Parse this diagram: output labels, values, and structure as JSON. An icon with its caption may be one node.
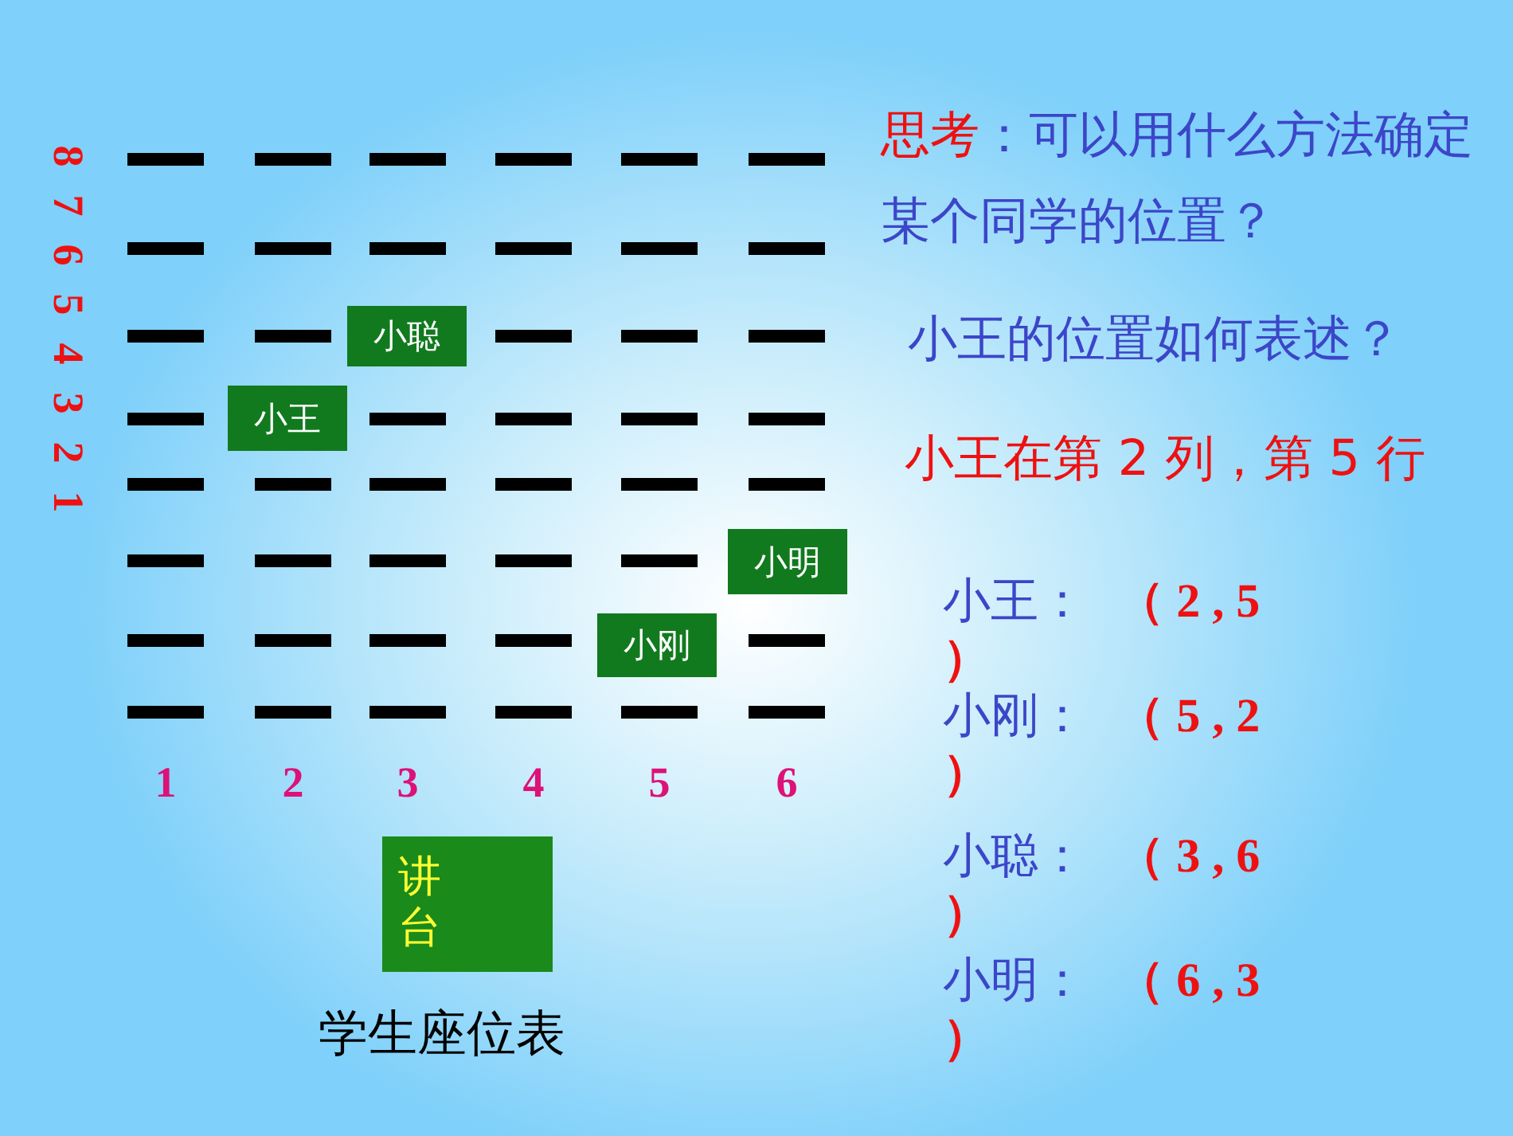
{
  "diagram": {
    "caption": "学生座位表",
    "nodes": [
      {
        "text": [
          "小聪"
        ]
      },
      {
        "text": [
          "小王"
        ]
      },
      {
        "text": [
          "小明"
        ]
      },
      {
        "text": [
          "小刚"
        ]
      },
      {
        "text": [
          "讲台"
        ]
      }
    ],
    "edges": [],
    "labels": [
      "思考",
      "：可以用什么方法确定某个同学的位置？",
      "8",
      "7",
      "6",
      "5",
      "4",
      "3",
      "2",
      "1",
      "小王的位置如何表述？",
      "小王在第 2 列，第 5 行",
      "小王：",
      "（ 2 , 5 ）",
      "小刚：",
      "（ 5 , 2 ）",
      "小聪：",
      "（ 3 , 6 ）",
      "小明：",
      "（ 6 , 3 ）",
      "1",
      "2",
      "3",
      "4",
      "5",
      "6"
    ]
  }
}
